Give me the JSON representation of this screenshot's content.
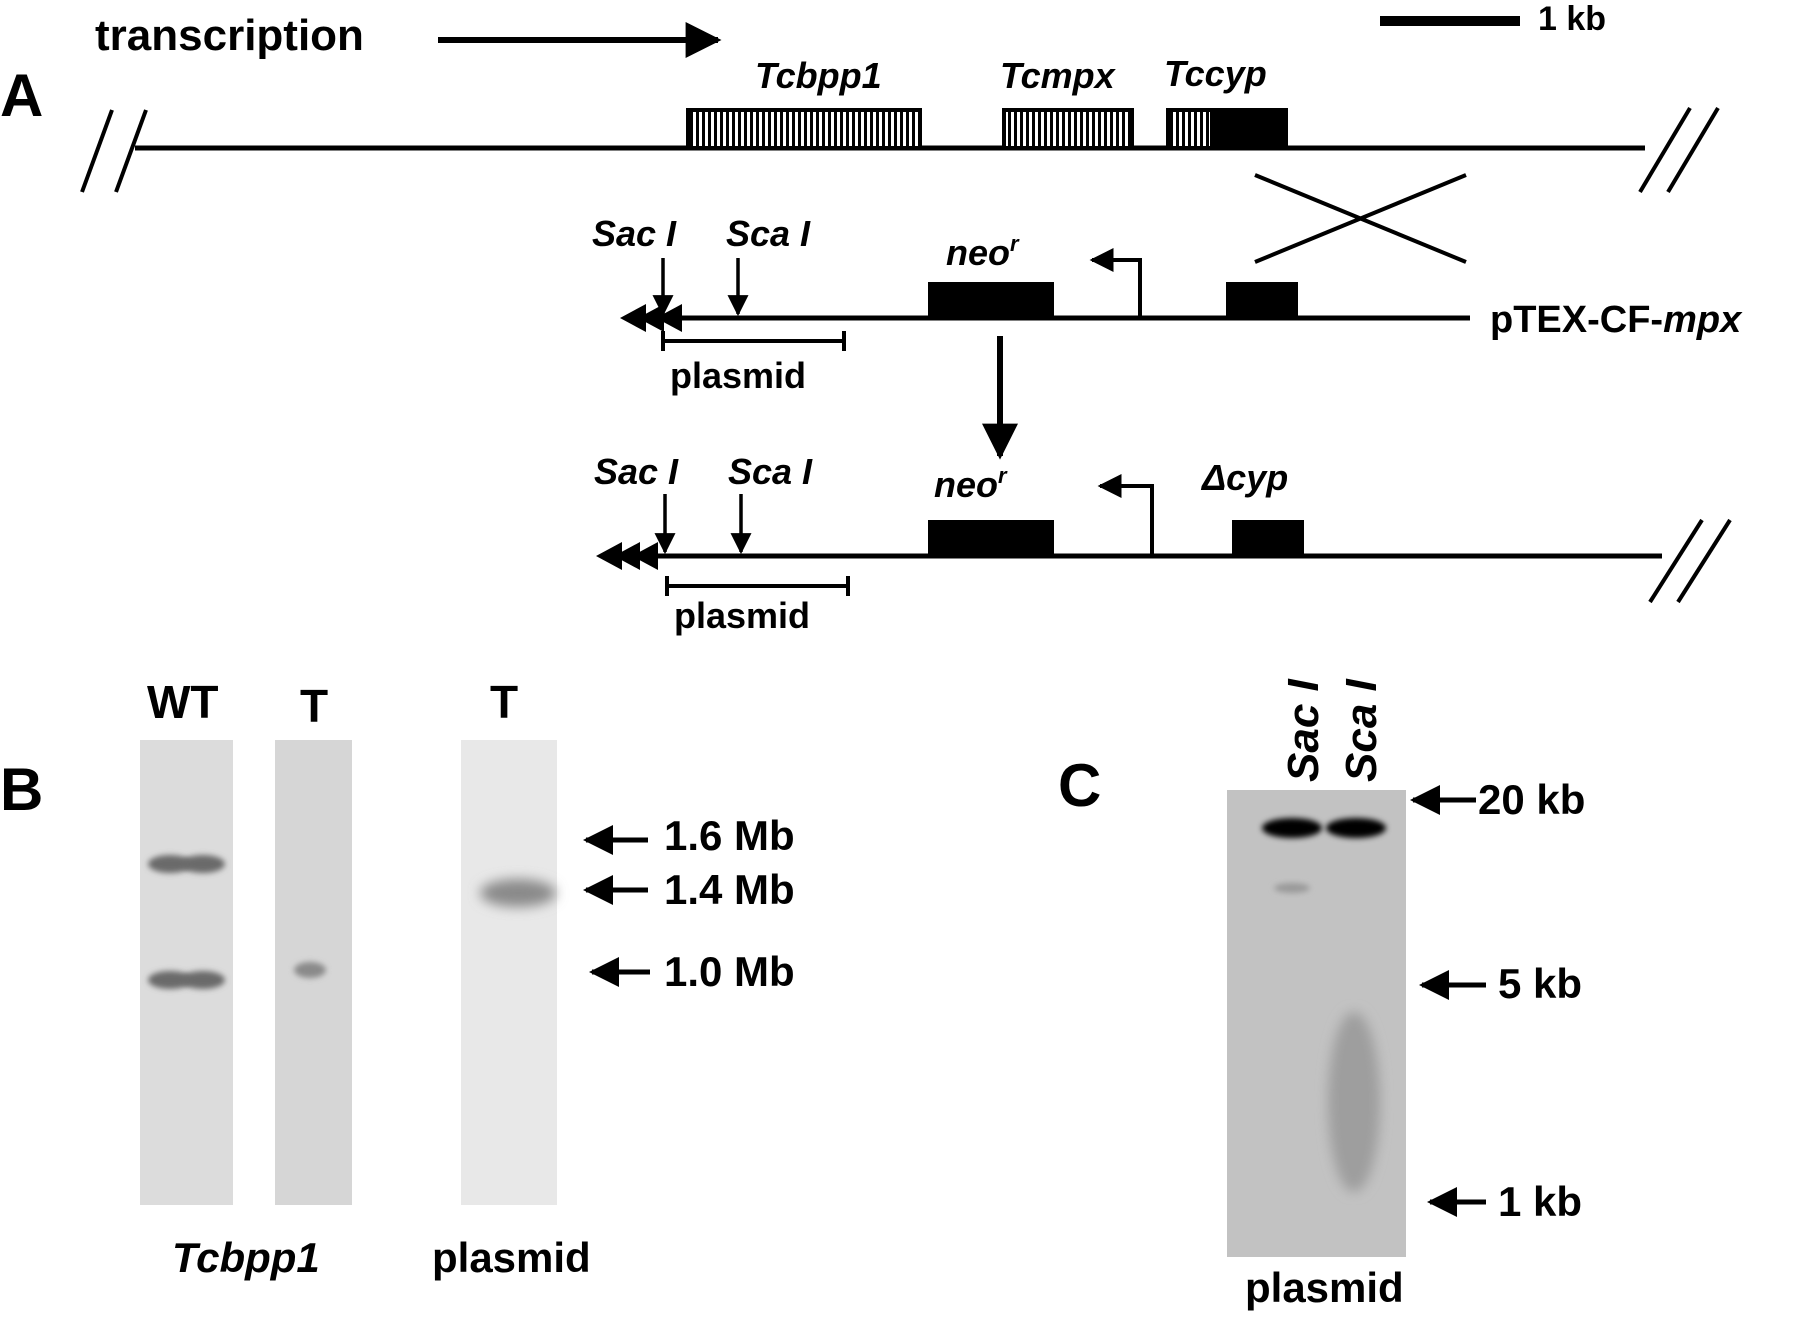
{
  "panels": {
    "a": "A",
    "b": "B",
    "c": "C"
  },
  "panel_a": {
    "transcription": "transcription",
    "scale_bar": "1 kb",
    "genes": {
      "tcbpp1": "Tcbpp1",
      "tcmpx": "Tcmpx",
      "tccyp": "Tccyp"
    },
    "construct": {
      "sac": "Sac I",
      "sca": "Sca I",
      "neo": "neo",
      "neo_sup": "r",
      "plasmid": "plasmid",
      "name_prefix": "pTEX-CF-",
      "name_italic": "mpx"
    },
    "recombinant": {
      "sac": "Sac I",
      "sca": "Sca I",
      "neo": "neo",
      "neo_sup": "r",
      "delta_cyp": "Δcyp",
      "plasmid": "plasmid"
    }
  },
  "panel_b": {
    "lane_wt": "WT",
    "lane_t1": "T",
    "lane_t2": "T",
    "marker_16": "1.6 Mb",
    "marker_14": "1.4 Mb",
    "marker_10": "1.0 Mb",
    "probe_tcbpp1": "Tcbpp1",
    "probe_plasmid": "plasmid"
  },
  "panel_c": {
    "lane_sac": "Sac I",
    "lane_sca": "Sca I",
    "marker_20": "20 kb",
    "marker_5": "5 kb",
    "marker_1": "1 kb",
    "probe": "plasmid"
  },
  "colors": {
    "ink": "#000000",
    "blot_b_wt": "#dcdcdc",
    "blot_b_t": "#d6d6d6",
    "blot_b_plasmid": "#e8e8e8",
    "blot_c": "#c2c2c2"
  }
}
